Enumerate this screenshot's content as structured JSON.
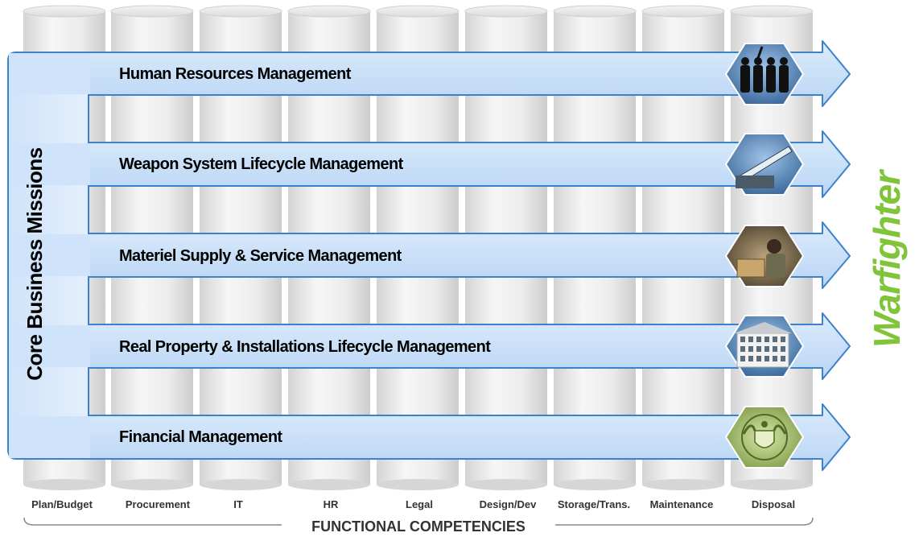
{
  "core_label": "Core Business Missions",
  "outcome_label": "Warfighter",
  "missions": [
    {
      "label": "Human Resources Management",
      "icon": "soldiers-silhouette-icon"
    },
    {
      "label": "Weapon System Lifecycle Management",
      "icon": "missile-launcher-icon"
    },
    {
      "label": "Materiel Supply & Service Management",
      "icon": "supply-soldier-icon"
    },
    {
      "label": "Real Property & Installations Lifecycle Management",
      "icon": "building-icon"
    },
    {
      "label": "Financial Management",
      "icon": "eagle-seal-icon"
    }
  ],
  "competencies": [
    "Plan/Budget",
    "Procurement",
    "IT",
    "HR",
    "Legal",
    "Design/Dev",
    "Storage/Trans.",
    "Maintenance",
    "Disposal"
  ],
  "footer_label": "FUNCTIONAL COMPETENCIES",
  "colors": {
    "arrow_fill": "#cfe4fb",
    "arrow_stroke": "#3d82c9",
    "cylinder_fill": "#eeeeee",
    "outcome_text": "#80c43a"
  }
}
